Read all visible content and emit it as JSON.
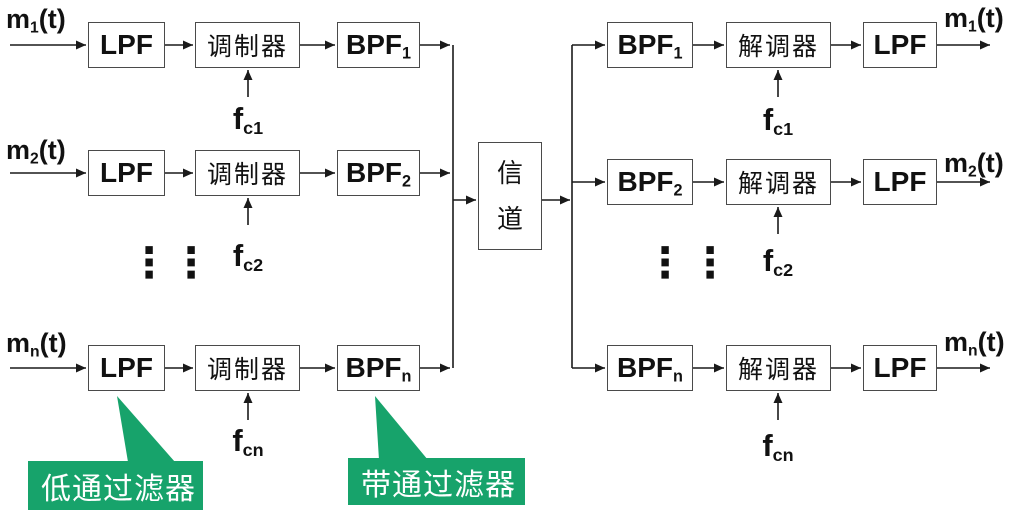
{
  "colors": {
    "green": "#17a36b",
    "line": "#1a1a1a",
    "border": "#4a4a4a",
    "callout_text": "#ffffff"
  },
  "tx": {
    "rows": [
      {
        "input": {
          "base": "m",
          "sub": "1",
          "suffix": "(t)"
        },
        "lpf": "LPF",
        "modulator": "调制器",
        "bpf": {
          "base": "BPF",
          "sub": "1"
        },
        "carrier": {
          "base": "f",
          "sub": "c1"
        }
      },
      {
        "input": {
          "base": "m",
          "sub": "2",
          "suffix": "(t)"
        },
        "lpf": "LPF",
        "modulator": "调制器",
        "bpf": {
          "base": "BPF",
          "sub": "2"
        },
        "carrier": {
          "base": "f",
          "sub": "c2"
        }
      },
      {
        "input": {
          "base": "m",
          "sub": "n",
          "suffix": "(t)"
        },
        "lpf": "LPF",
        "modulator": "调制器",
        "bpf": {
          "base": "BPF",
          "sub": "n"
        },
        "carrier": {
          "base": "f",
          "sub": "cn"
        }
      }
    ],
    "ellipsis": "⋮"
  },
  "channel": {
    "char1": "信",
    "char2": "道"
  },
  "rx": {
    "rows": [
      {
        "bpf": {
          "base": "BPF",
          "sub": "1"
        },
        "demodulator": "解调器",
        "lpf": "LPF",
        "carrier": {
          "base": "f",
          "sub": "c1"
        },
        "output": {
          "base": "m",
          "sub": "1",
          "suffix": "(t)"
        }
      },
      {
        "bpf": {
          "base": "BPF",
          "sub": "2"
        },
        "demodulator": "解调器",
        "lpf": "LPF",
        "carrier": {
          "base": "f",
          "sub": "c2"
        },
        "output": {
          "base": "m",
          "sub": "2",
          "suffix": "(t)"
        }
      },
      {
        "bpf": {
          "base": "BPF",
          "sub": "n"
        },
        "demodulator": "解调器",
        "lpf": "LPF",
        "carrier": {
          "base": "f",
          "sub": "cn"
        },
        "output": {
          "base": "m",
          "sub": "n",
          "suffix": "(t)"
        }
      }
    ],
    "ellipsis": "⋮"
  },
  "callouts": {
    "lowpass": "低通过滤器",
    "bandpass": "带通过滤器"
  }
}
